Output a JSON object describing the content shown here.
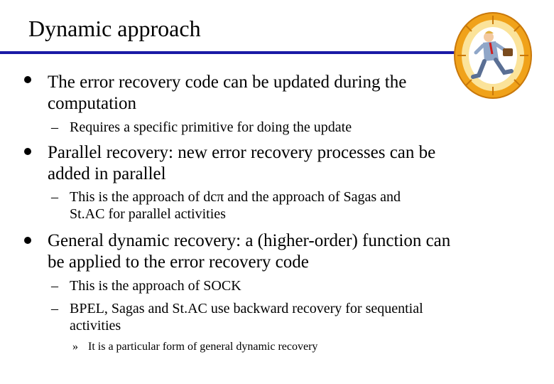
{
  "slide": {
    "title": "Dynamic approach",
    "logo_icon": "hamster-wheel-runner-icon",
    "items": [
      {
        "text": "The error recovery code can be updated during the computation",
        "lines": [
          "The error recovery code can be updated during the",
          "computation"
        ],
        "subitems": [
          {
            "lines": [
              "Requires a specific primitive for doing the update"
            ]
          }
        ]
      },
      {
        "text": "Parallel recovery: new error recovery processes can be added in parallel",
        "lines": [
          "Parallel recovery: new error recovery processes can be",
          "added in parallel"
        ],
        "subitems": [
          {
            "lines": [
              "This is the approach of dcπ and the approach of Sagas and",
              "St.AC for parallel activities"
            ]
          }
        ]
      },
      {
        "text": "General dynamic recovery: a (higher-order) function can be applied to the error recovery code",
        "lines": [
          "General dynamic recovery: a (higher-order) function can",
          "be applied to the error recovery code"
        ],
        "subitems": [
          {
            "lines": [
              "This is the approach of SOCK"
            ]
          },
          {
            "lines": [
              "BPEL, Sagas and St.AC use backward recovery for sequential",
              "activities"
            ],
            "subitems": [
              {
                "lines": [
                  "It is a particular form of general dynamic recovery"
                ]
              }
            ]
          }
        ]
      }
    ]
  },
  "markers": {
    "dash": "–",
    "sub_sub": "»"
  },
  "colors": {
    "rule": "#1a1aa6",
    "text": "#000000",
    "background": "#ffffff"
  }
}
